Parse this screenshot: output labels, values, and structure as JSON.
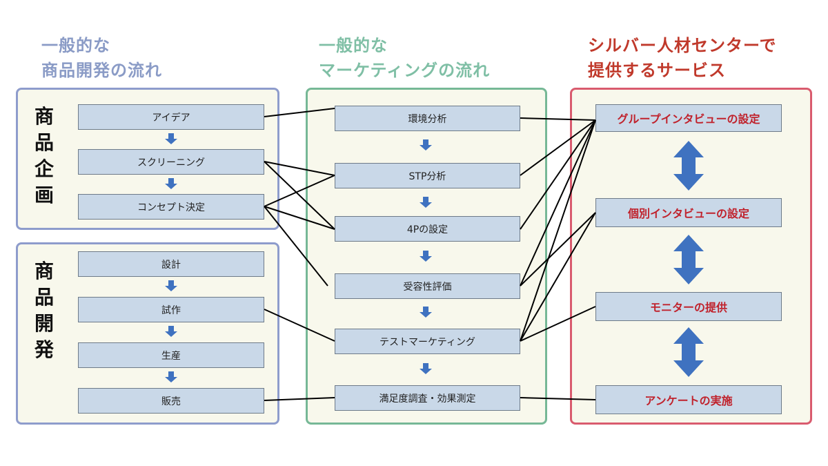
{
  "headings": {
    "left": {
      "line1": "一般的な",
      "line2": "商品開発の流れ"
    },
    "middle": {
      "line1": "一般的な",
      "line2": "マーケティングの流れ"
    },
    "right": {
      "line1": "シルバー人材センターで",
      "line2": "提供するサービス"
    }
  },
  "left": {
    "planning": {
      "label": "商品企画",
      "steps": [
        "アイデア",
        "スクリーニング",
        "コンセプト決定"
      ]
    },
    "development": {
      "label": "商品開発",
      "steps": [
        "設計",
        "試作",
        "生産",
        "販売"
      ]
    }
  },
  "middle": {
    "steps": [
      "環境分析",
      "STP分析",
      "4Pの設定",
      "受容性評価",
      "テストマーケティング",
      "満足度調査・効果測定"
    ]
  },
  "right": {
    "services": [
      "グループインタビューの設定",
      "個別インタビューの設定",
      "モニターの提供",
      "アンケートの実施"
    ]
  },
  "colors": {
    "box_fill": "#c9d8e8",
    "arrow": "#3f72c0",
    "heading_left": "#8a9bc6",
    "heading_middle": "#7fbfa5",
    "heading_right": "#c0392b"
  }
}
